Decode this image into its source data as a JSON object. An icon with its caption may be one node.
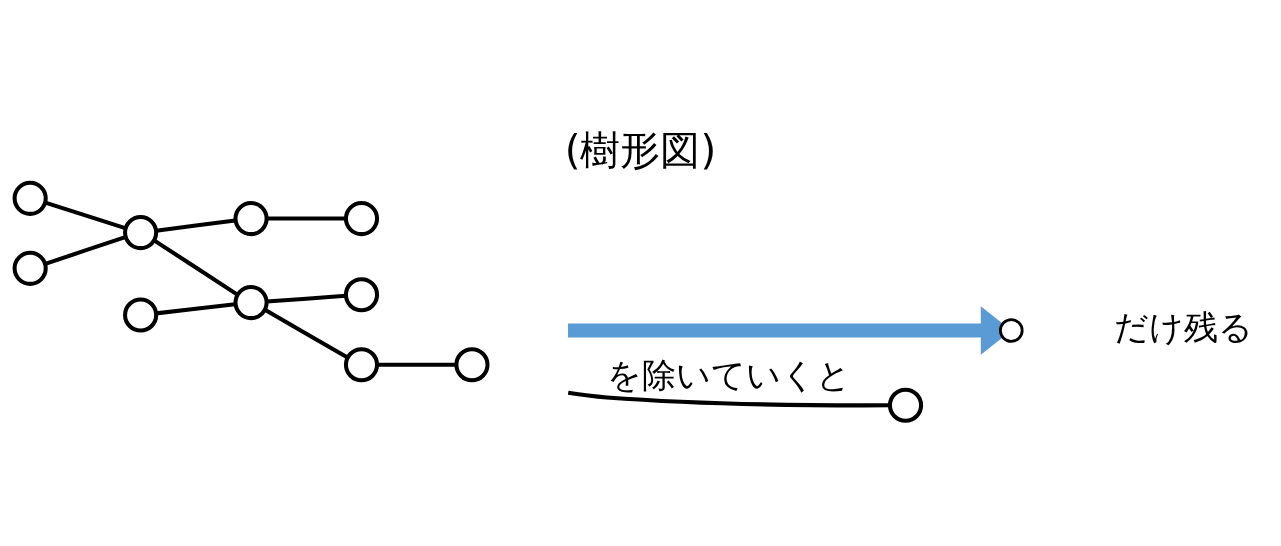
{
  "diagram": {
    "title": "(樹形図)",
    "nodes": [
      {
        "text": [],
        "shape": "circle"
      },
      {
        "text": [],
        "shape": "circle"
      },
      {
        "text": [],
        "shape": "circle"
      },
      {
        "text": [],
        "shape": "circle"
      },
      {
        "text": [],
        "shape": "circle"
      },
      {
        "text": [],
        "shape": "circle"
      },
      {
        "text": [],
        "shape": "circle"
      },
      {
        "text": [],
        "shape": "circle"
      },
      {
        "text": [],
        "shape": "circle"
      },
      {
        "text": [],
        "shape": "circle"
      },
      {
        "text": [],
        "shape": "circle"
      },
      {
        "text": [],
        "shape": "circle",
        "beside": [
          "だけ残る"
        ]
      }
    ],
    "edges": [
      {
        "from": 1,
        "to": 3,
        "arrow": "none"
      },
      {
        "from": 0,
        "to": 3,
        "arrow": "none"
      },
      {
        "from": 3,
        "to": 2,
        "arrow": "none"
      },
      {
        "from": 2,
        "to": 4,
        "arrow": "none"
      },
      {
        "from": 3,
        "to": 6,
        "arrow": "none"
      },
      {
        "from": 5,
        "to": 6,
        "arrow": "none"
      },
      {
        "from": 6,
        "to": 7,
        "arrow": "none"
      },
      {
        "from": 6,
        "to": 8,
        "arrow": "none"
      },
      {
        "from": 8,
        "to": 9,
        "arrow": "none"
      },
      {
        "from": null,
        "to": 10,
        "arrow": "none",
        "label": "を除いていくと"
      },
      {
        "from": null,
        "to": 11,
        "arrow": "to",
        "style": "thick",
        "color": "#5b9bd5"
      }
    ]
  }
}
